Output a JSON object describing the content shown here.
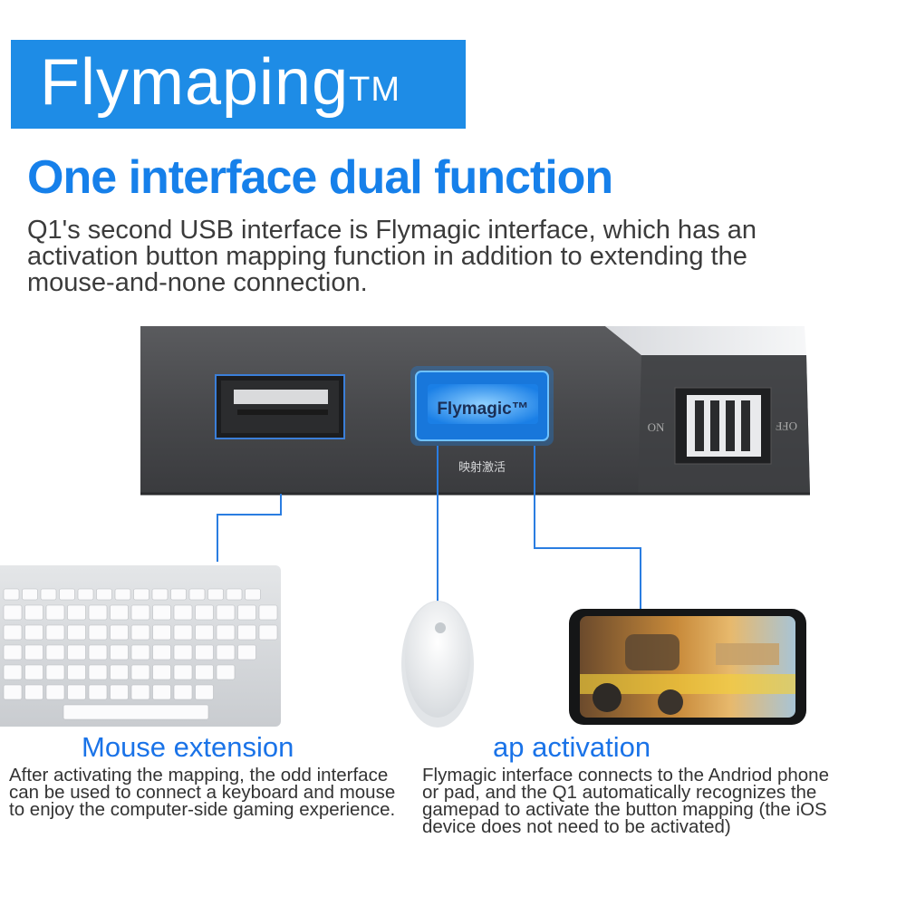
{
  "brand": {
    "name": "Flymaping",
    "tm": "TM"
  },
  "headline": "One interface dual function",
  "intro": "Q1's second USB interface is  Flymagic interface, which has an activation button mapping function in addition to extending the mouse-and-none connection.",
  "device": {
    "flymagic_port_label": "Flymagic™",
    "port_caption": "映射激活",
    "switch_on": "ON",
    "switch_off": "OFF"
  },
  "captions": [
    {
      "title": "Mouse extension",
      "body": "After activating the mapping, the odd interface can be used to connect a keyboard and mouse to enjoy the computer-side gaming experience."
    },
    {
      "title": "ap activation",
      "body": "Flymagic interface connects to the Andriod phone or pad, and the Q1 automatically recognizes the gamepad to activate the button mapping (the iOS device does not need to be activated)"
    }
  ],
  "colors": {
    "accent": "#1e8ce6",
    "headline": "#1680ea",
    "device_body": "#4a4b4e",
    "glow": "#2aa0ff"
  }
}
